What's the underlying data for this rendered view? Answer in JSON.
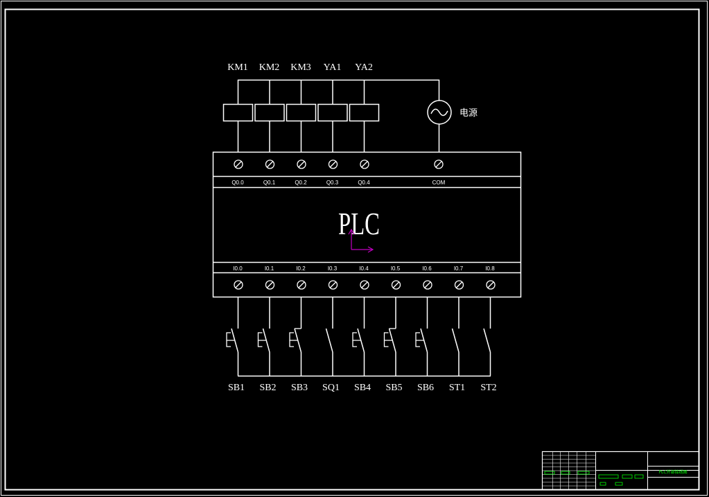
{
  "output_coils": [
    {
      "label": "KM1",
      "terminal": "Q0.0"
    },
    {
      "label": "KM2",
      "terminal": "Q0.1"
    },
    {
      "label": "KM3",
      "terminal": "Q0.2"
    },
    {
      "label": "YA1",
      "terminal": "Q0.3"
    },
    {
      "label": "YA2",
      "terminal": "Q0.4"
    }
  ],
  "power_source": {
    "label": "电源",
    "terminal": "COM"
  },
  "plc_label": "PLC",
  "inputs": [
    {
      "terminal": "I0.0",
      "label": "SB1",
      "switch": "pushbutton"
    },
    {
      "terminal": "I0.1",
      "label": "SB2",
      "switch": "pushbutton"
    },
    {
      "terminal": "I0.2",
      "label": "SB3",
      "switch": "pushbutton-nc"
    },
    {
      "terminal": "I0.3",
      "label": "SQ1",
      "switch": "limit"
    },
    {
      "terminal": "I0.4",
      "label": "SB4",
      "switch": "pushbutton"
    },
    {
      "terminal": "I0.5",
      "label": "SB5",
      "switch": "pushbutton-nc"
    },
    {
      "terminal": "I0.6",
      "label": "SB6",
      "switch": "pushbutton"
    },
    {
      "terminal": "I0.7",
      "label": "ST1",
      "switch": "plain"
    },
    {
      "terminal": "I0.8",
      "label": "ST2",
      "switch": "plain"
    }
  ],
  "title_block": {
    "drawing_title": "PLC外部接线图"
  },
  "colors": {
    "background": "#000000",
    "line": "#ffffff",
    "ucs": "#c000c0",
    "titleblock_accent": "#00ff00"
  }
}
